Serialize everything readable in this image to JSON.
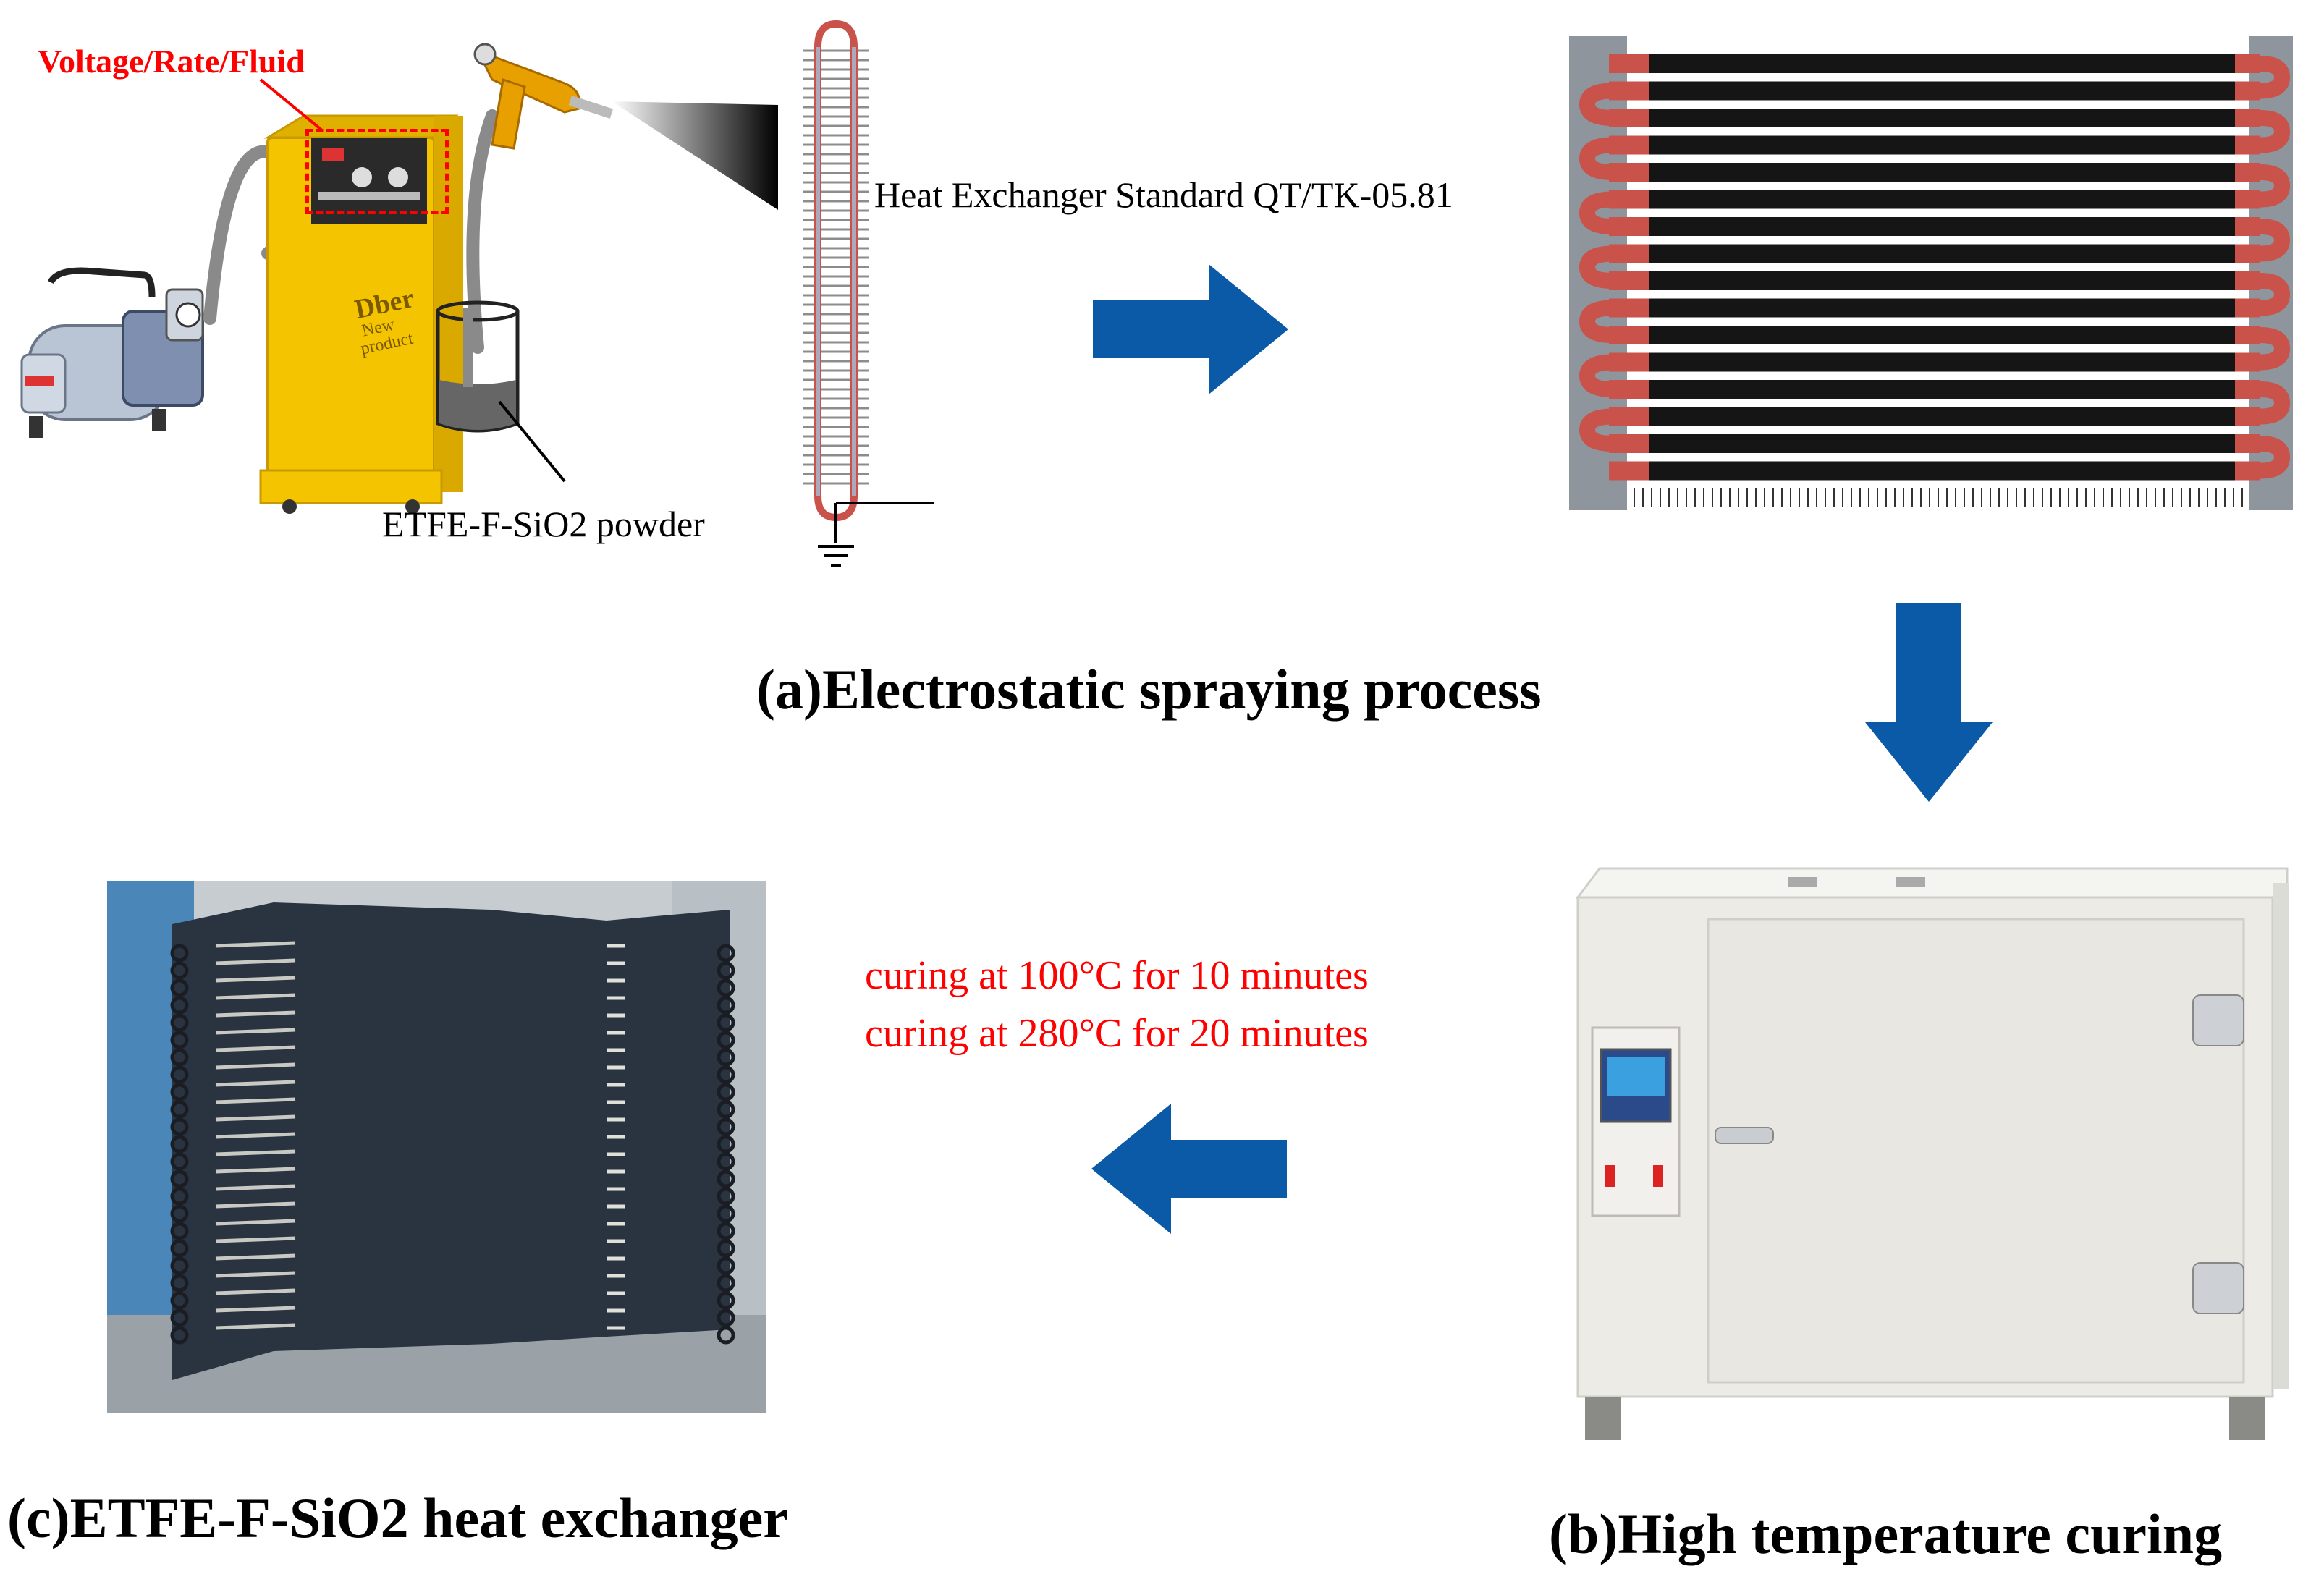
{
  "labels": {
    "control_panel": "Voltage/Rate/Fluid",
    "spray_machine_brand": "Dber",
    "spray_machine_tagline_1": "New",
    "spray_machine_tagline_2": "product",
    "heat_exchanger_standard": "Heat Exchanger Standard QT/TK-05.81",
    "powder": "ETFE-F-SiO2 powder",
    "curing_step_1": "curing at 100°C for 10 minutes",
    "curing_step_2": "curing at 280°C for 20 minutes"
  },
  "headings": {
    "a": "(a)Electrostatic spraying process",
    "b": "(b)High temperature curing",
    "c": "(c)ETFE-F-SiO2 heat exchanger"
  },
  "colors": {
    "arrow": "#0a5aa8",
    "annotation_red": "#ff0000",
    "tube_copper": "#c9524a",
    "tube_black": "#151515",
    "machine_yellow": "#f5c400",
    "oven_body": "#ecebe6",
    "coated_panel": "#2a3440"
  },
  "icons": [
    "ground-icon",
    "arrow-right-icon",
    "arrow-down-icon",
    "arrow-left-icon"
  ]
}
